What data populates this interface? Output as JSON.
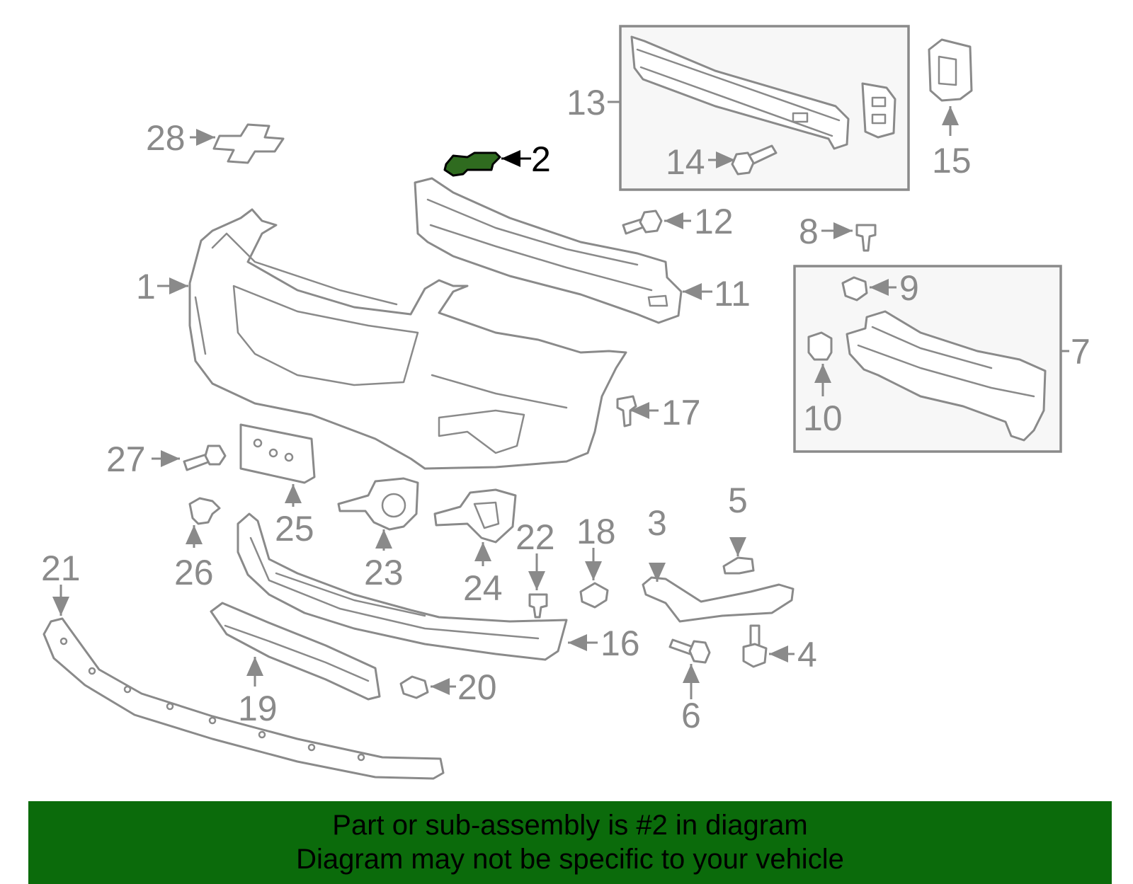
{
  "diagram": {
    "highlighted_part": "2",
    "highlight_color": "#2f6b1f",
    "line_color": "#8a8a8a",
    "callouts": [
      "1",
      "2",
      "3",
      "4",
      "5",
      "6",
      "7",
      "8",
      "9",
      "10",
      "11",
      "12",
      "13",
      "14",
      "15",
      "16",
      "17",
      "18",
      "19",
      "20",
      "21",
      "22",
      "23",
      "24",
      "25",
      "26",
      "27",
      "28"
    ]
  },
  "banner": {
    "background": "#0b6b0b",
    "line1": "Part or sub-assembly is #2 in diagram",
    "line2": "Diagram may not be specific to your vehicle"
  }
}
